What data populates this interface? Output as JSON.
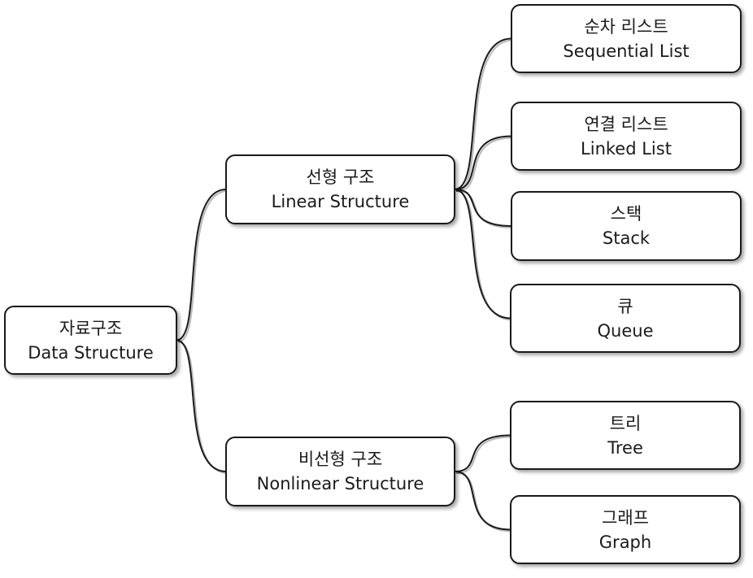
{
  "diagram": {
    "root": {
      "korean": "자료구조",
      "english": "Data Structure"
    },
    "linear": {
      "korean": "선형 구조",
      "english": "Linear Structure",
      "children": [
        {
          "korean": "순차 리스트",
          "english": "Sequential List"
        },
        {
          "korean": "연결 리스트",
          "english": "Linked List"
        },
        {
          "korean": "스택",
          "english": "Stack"
        },
        {
          "korean": "큐",
          "english": "Queue"
        }
      ]
    },
    "nonlinear": {
      "korean": "비선형 구조",
      "english": "Nonlinear Structure",
      "children": [
        {
          "korean": "트리",
          "english": "Tree"
        },
        {
          "korean": "그래프",
          "english": "Graph"
        }
      ]
    }
  }
}
